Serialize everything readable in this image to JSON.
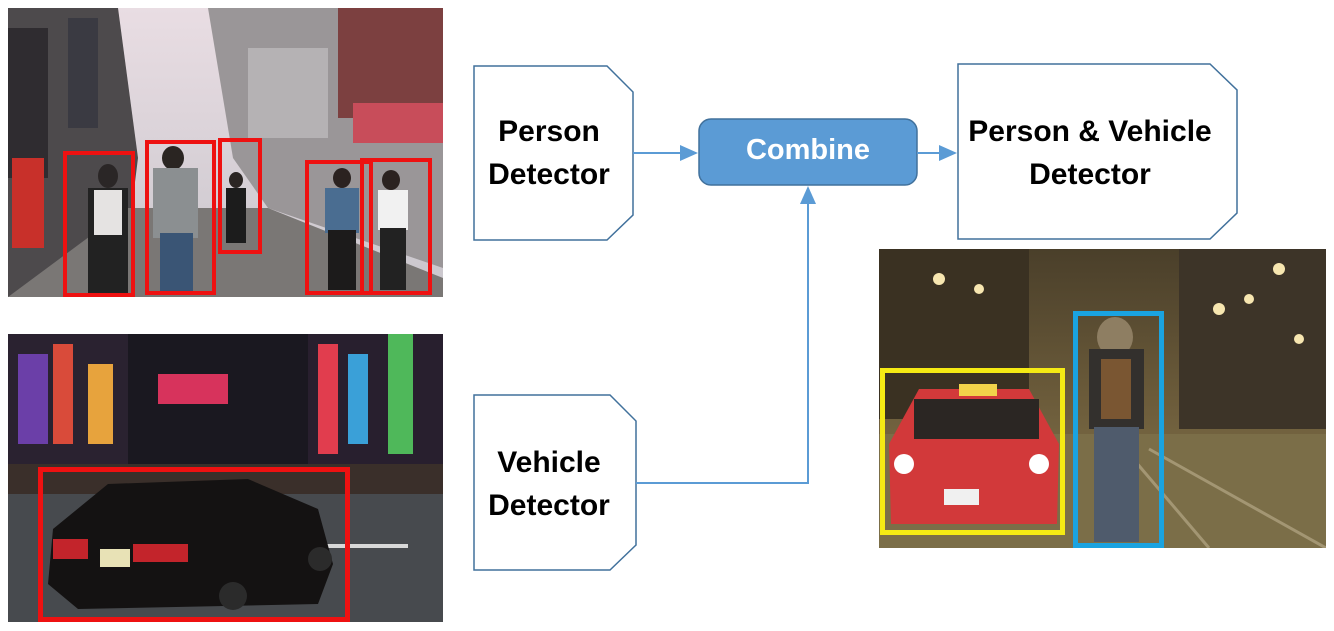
{
  "nodes": {
    "person_detector": {
      "line1": "Person",
      "line2": "Detector"
    },
    "vehicle_detector": {
      "line1": "Vehicle",
      "line2": "Detector"
    },
    "combine": {
      "label": "Combine"
    },
    "output_detector": {
      "line1": "Person & Vehicle",
      "line2": "Detector"
    }
  },
  "images": {
    "person_street": {
      "description_icon": "street-pedestrians-photo",
      "box_color": "#ee1111"
    },
    "vehicle_street": {
      "description_icon": "night-taxi-photo",
      "box_color": "#ee1111"
    },
    "combined_street": {
      "description_icon": "taxi-and-pedestrian-photo",
      "box_colors": [
        "#f5ea14",
        "#1aa3e0"
      ]
    }
  },
  "colors": {
    "arrow": "#5b9bd5",
    "node_border": "#41719c",
    "combine_fill": "#5b9bd5"
  }
}
